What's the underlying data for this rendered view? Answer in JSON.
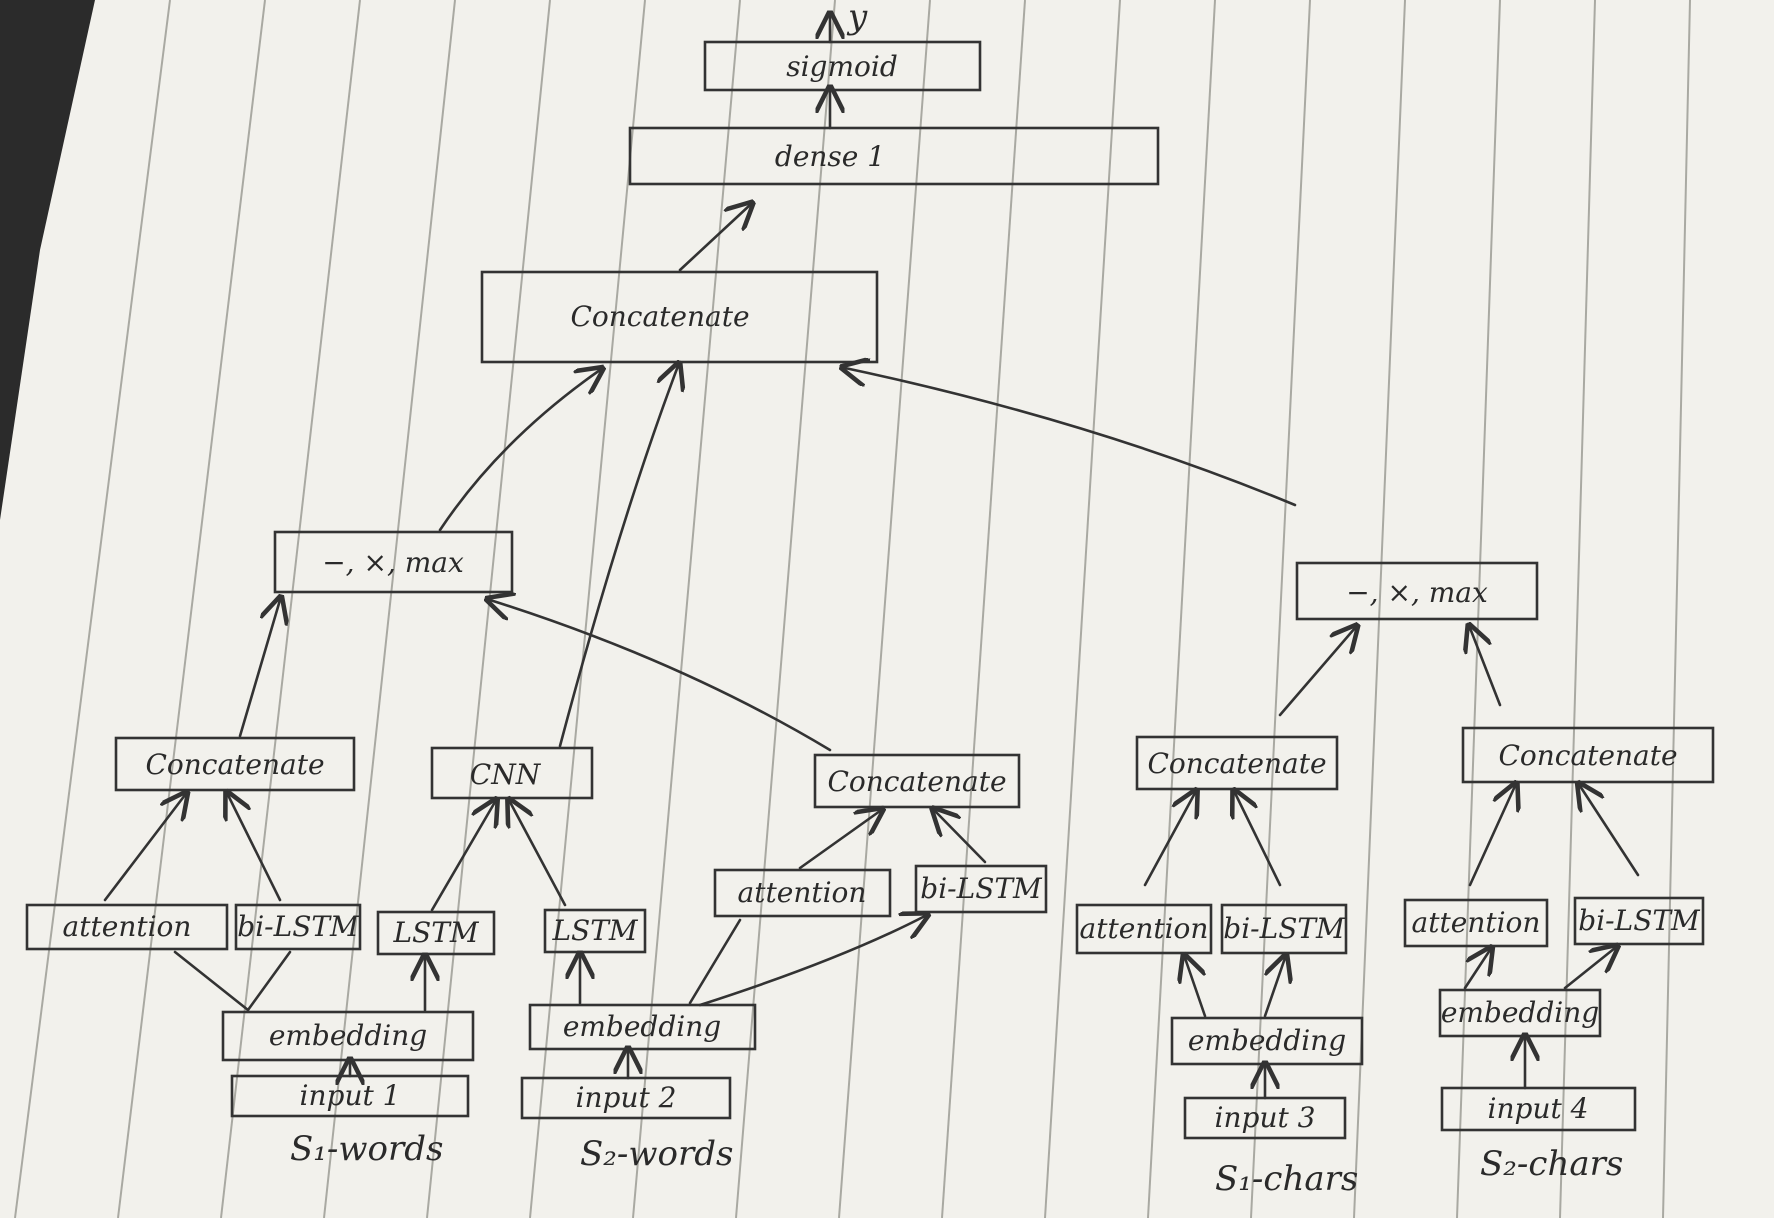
{
  "diagram": {
    "output_label": "y",
    "nodes": {
      "sigmoid": "sigmoid",
      "dense": "dense 1",
      "concat_top": "Concatenate",
      "ops_left": "−, ×, max",
      "ops_right": "−, ×, max",
      "concat_s1w": "Concatenate",
      "cnn": "CNN",
      "concat_s2w": "Concatenate",
      "concat_s1c": "Concatenate",
      "concat_s2c": "Concatenate",
      "attn_1": "attention",
      "bilstm_1": "bi-LSTM",
      "lstm_1": "LSTM",
      "lstm_2": "LSTM",
      "attn_2": "attention",
      "bilstm_2": "bi-LSTM",
      "attn_3": "attention",
      "bilstm_3": "bi-LSTM",
      "attn_4": "attention",
      "bilstm_4": "bi-LSTM",
      "emb_1": "embedding",
      "emb_2": "embedding",
      "emb_3": "embedding",
      "emb_4": "embedding",
      "input_1": "input 1",
      "input_2": "input 2",
      "input_3": "input 3",
      "input_4": "input 4"
    },
    "captions": {
      "s1_words": "S₁-words",
      "s2_words": "S₂-words",
      "s1_chars": "S₁-chars",
      "s2_chars": "S₂-chars"
    }
  }
}
